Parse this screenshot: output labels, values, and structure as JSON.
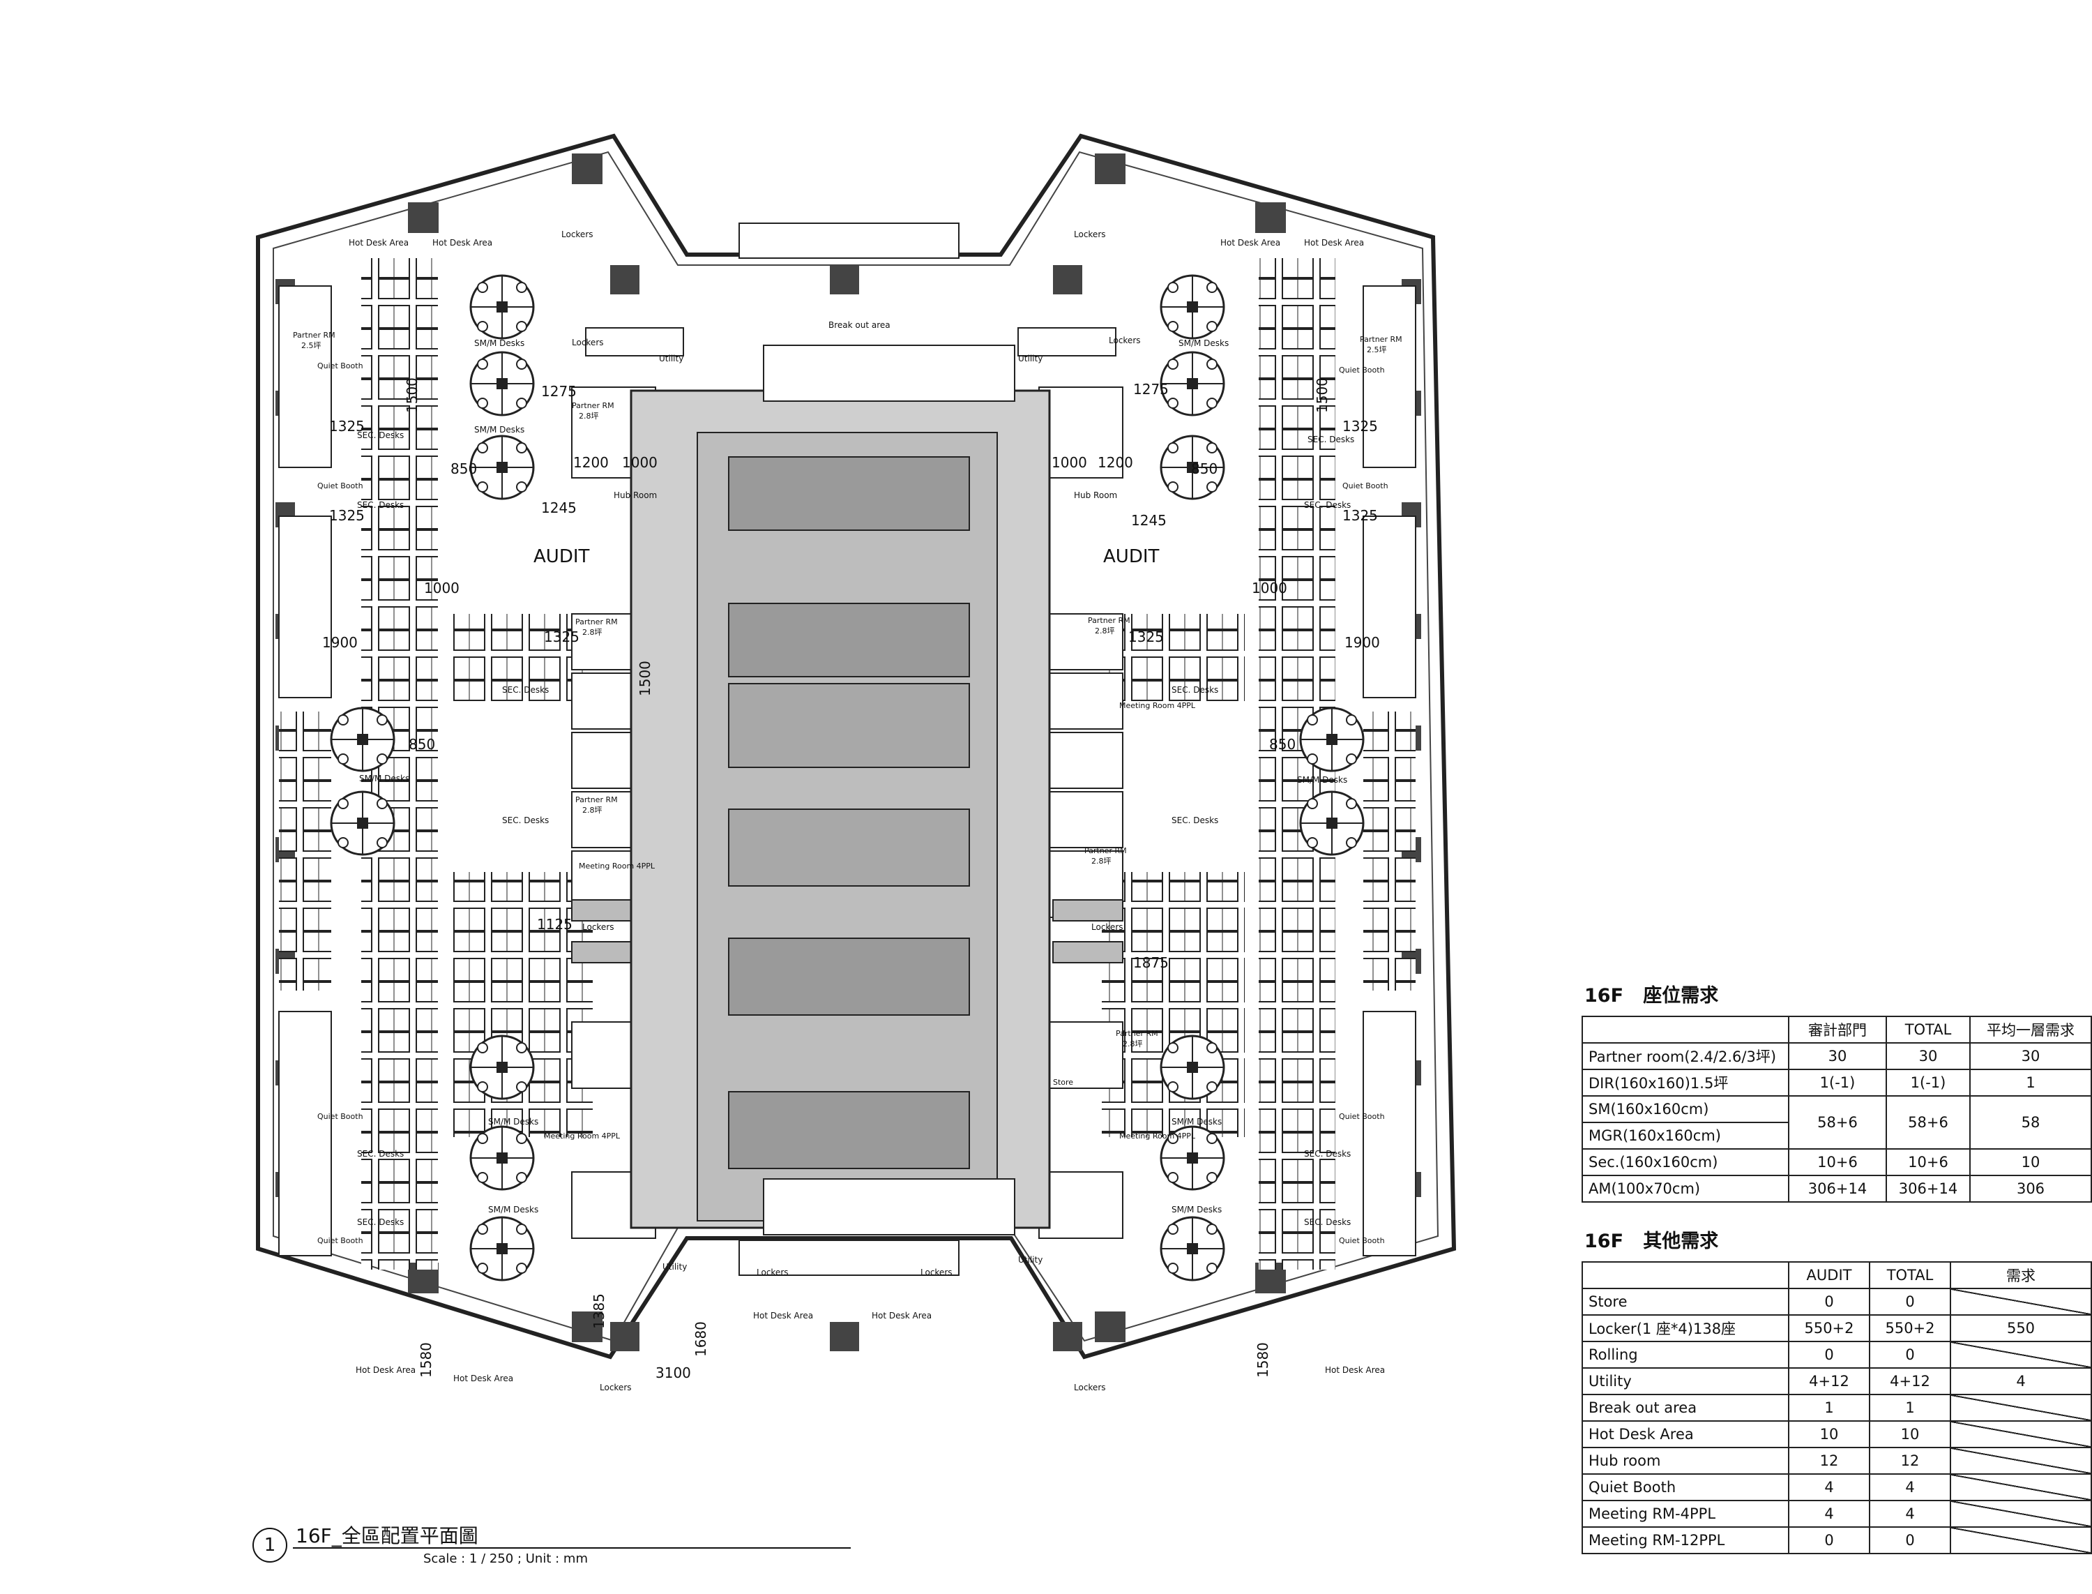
{
  "plan_labels": {
    "partner_rm": "Partner RM",
    "partner_rm_2_8": "2.8坪",
    "partner_rm_2_5": "2.5坪",
    "hot_desk_area": "Hot Desk Area",
    "lockers": "Lockers",
    "break_out_area": "Break out area",
    "utility": "Utility",
    "sm_m_desks": "SM/M Desks",
    "sec_desks": "SEC. Desks",
    "quiet_booth": "Quiet Booth",
    "hub_room": "Hub Room",
    "audit": "AUDIT",
    "meeting_room_4ppl": "Meeting Room 4PPL",
    "store": "Store"
  },
  "dimensions": {
    "d1275": "1275",
    "d1325": "1325",
    "d850": "850",
    "d1245": "1245",
    "d1000": "1000",
    "d1200": "1200",
    "d1900": "1900",
    "d1500": "1500",
    "d1125": "1125",
    "d1875": "1875",
    "d1385": "1385",
    "d1580": "1580",
    "d1680": "1680",
    "d3100": "3100"
  },
  "seat_table": {
    "title": "16F   座位需求",
    "headers": [
      "",
      "審計部門",
      "TOTAL",
      "平均一層需求"
    ],
    "rows": [
      {
        "name": "Partner room(2.4/2.6/3坪)",
        "audit": "30",
        "total": "30",
        "avg": "30"
      },
      {
        "name": "DIR(160x160)1.5坪",
        "audit": "1(-1)",
        "total": "1(-1)",
        "avg": "1"
      },
      {
        "name": "SM(160x160cm)",
        "audit": "58+6",
        "total": "58+6",
        "avg": "58"
      },
      {
        "name": "MGR(160x160cm)"
      },
      {
        "name": "Sec.(160x160cm)",
        "audit": "10+6",
        "total": "10+6",
        "avg": "10"
      },
      {
        "name": "AM(100x70cm)",
        "audit": "306+14",
        "total": "306+14",
        "avg": "306"
      }
    ]
  },
  "other_table": {
    "title": "16F   其他需求",
    "headers": [
      "",
      "AUDIT",
      "TOTAL",
      "需求"
    ],
    "rows": [
      {
        "name": "Store",
        "audit": "0",
        "total": "0"
      },
      {
        "name": "Locker(1 座*4)138座",
        "audit": "550+2",
        "total": "550+2",
        "need": "550"
      },
      {
        "name": "Rolling",
        "audit": "0",
        "total": "0"
      },
      {
        "name": "Utility",
        "audit": "4+12",
        "total": "4+12",
        "need": "4"
      },
      {
        "name": "Break out area",
        "audit": "1",
        "total": "1"
      },
      {
        "name": "Hot Desk Area",
        "audit": "10",
        "total": "10"
      },
      {
        "name": "Hub room",
        "audit": "12",
        "total": "12"
      },
      {
        "name": "Quiet Booth",
        "audit": "4",
        "total": "4"
      },
      {
        "name": "Meeting RM-4PPL",
        "audit": "4",
        "total": "4"
      },
      {
        "name": "Meeting RM-12PPL",
        "audit": "0",
        "total": "0"
      }
    ]
  },
  "caption": {
    "number": "1",
    "title": "16F_全區配置平面圖",
    "scale": "Scale : 1 / 250 ; Unit : mm"
  }
}
